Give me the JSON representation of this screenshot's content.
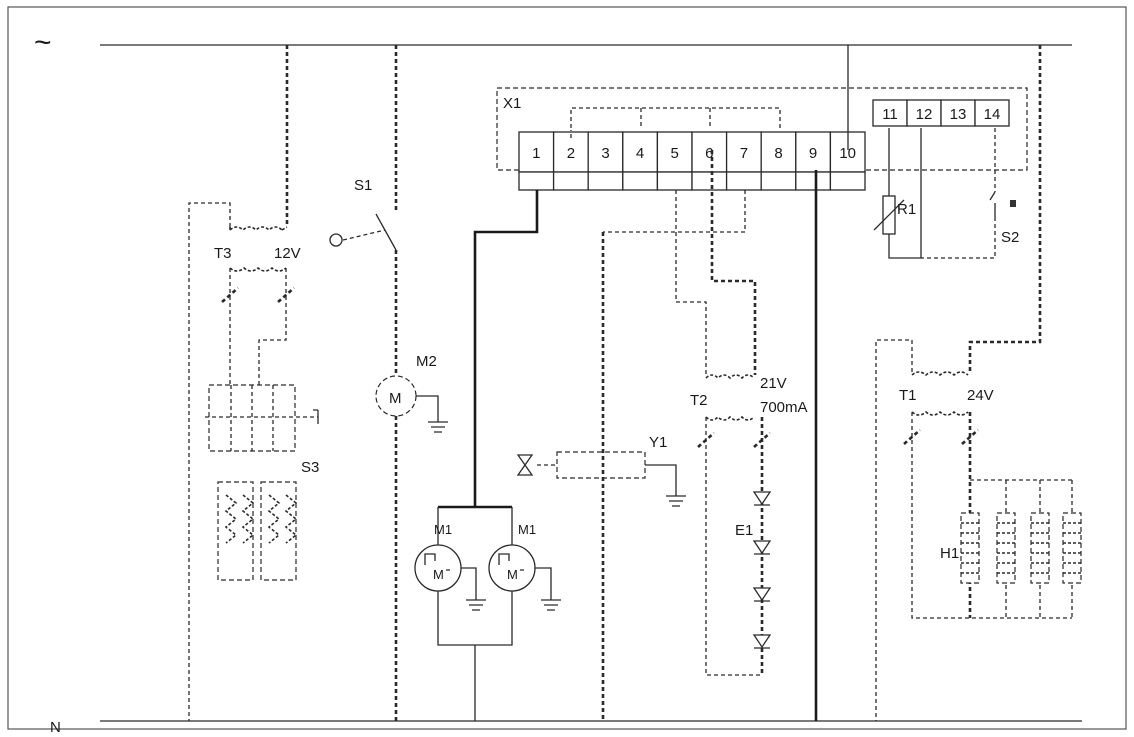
{
  "labels": {
    "ac_symbol": "~",
    "neutral": "N",
    "terminal_block": "X1",
    "t3": "T3",
    "t3_voltage": "12V",
    "s1": "S1",
    "m2": "M2",
    "motor_letter": "M",
    "s3": "S3",
    "m1_left": "M1",
    "m1_right": "M1",
    "y1": "Y1",
    "t2": "T2",
    "t2_voltage": "21V",
    "t2_current": "700mA",
    "e1": "E1",
    "r1": "R1",
    "s2": "S2",
    "t1": "T1",
    "t1_voltage": "24V",
    "h1": "H1"
  },
  "terminals_main": [
    "1",
    "2",
    "3",
    "4",
    "5",
    "6",
    "7",
    "8",
    "9",
    "10"
  ],
  "terminals_aux": [
    "11",
    "12",
    "13",
    "14"
  ]
}
